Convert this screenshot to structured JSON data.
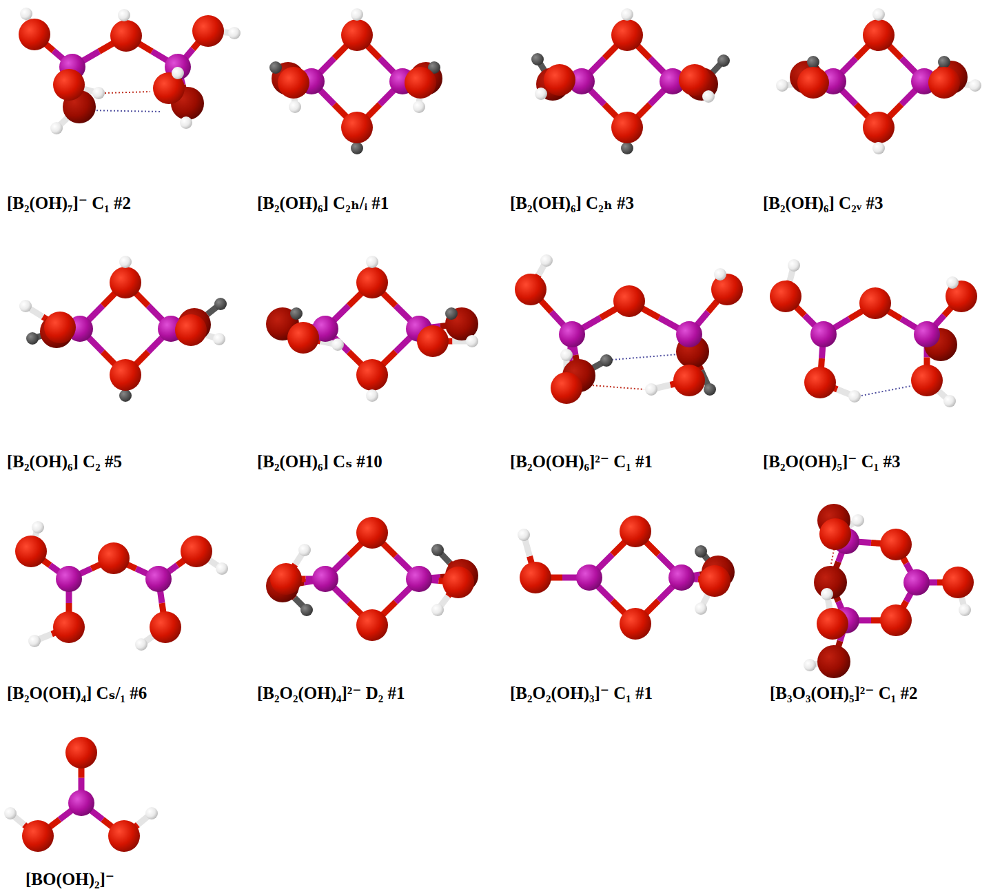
{
  "diagram": {
    "labels": [
      "[B₂(OH)₇]⁻ C₁ #2",
      "[B₂(OH)₆] C₂ₕ/ᵢ #1",
      "[B₂(OH)₆] C₂ₕ #3",
      "[B₂(OH)₆] C₂ᵥ #3",
      "[B₂(OH)₆] C₂ #5",
      "[B₂(OH)₆] Cₛ #10",
      "[B₂O(OH)₆]²⁻ C₁ #1",
      "[B₂O(OH)₅]⁻ C₁ #3",
      "[B₂O(OH)₄] Cₛ/₁ #6",
      "[B₂O₂(OH)₄]²⁻ D₂ #1",
      "[B₂O₂(OH)₃]⁻ C₁ #1",
      "[B₃O₃(OH)₅]²⁻ C₁ #2",
      "[BO(OH)₂]⁻"
    ]
  }
}
